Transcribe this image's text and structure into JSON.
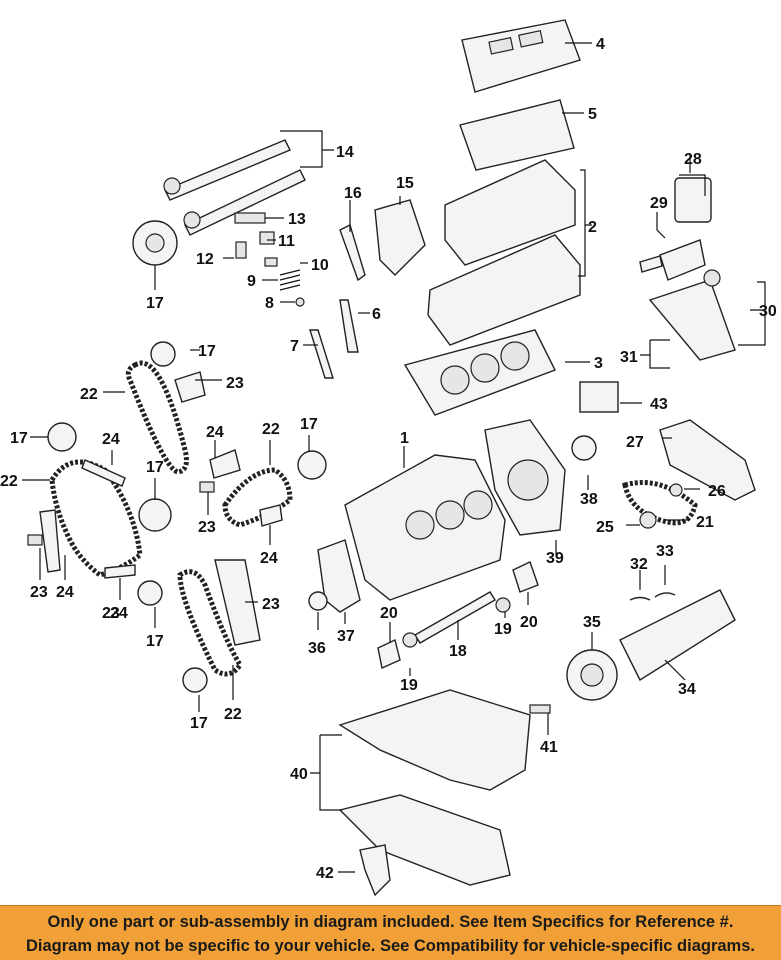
{
  "callouts": [
    "1",
    "2",
    "3",
    "4",
    "5",
    "6",
    "7",
    "8",
    "9",
    "10",
    "11",
    "12",
    "13",
    "14",
    "15",
    "16",
    "17",
    "17",
    "17",
    "17",
    "17",
    "17",
    "17",
    "20",
    "20",
    "19",
    "19",
    "21",
    "22",
    "22",
    "22",
    "22",
    "23",
    "23",
    "23",
    "23",
    "23",
    "24",
    "24",
    "24",
    "24",
    "24",
    "25",
    "26",
    "27",
    "28",
    "29",
    "30",
    "31",
    "32",
    "33",
    "34",
    "35",
    "36",
    "37",
    "38",
    "39",
    "40",
    "41",
    "42",
    "43",
    "18"
  ],
  "disclaimer": {
    "line1": "Only one part or sub-assembly in diagram included. See Item Specifics for Reference #.",
    "line2": "Diagram may not be specific to your vehicle. See Compatibility for vehicle-specific diagrams."
  },
  "colors": {
    "banner": "#f0a036",
    "ink": "#111111"
  }
}
